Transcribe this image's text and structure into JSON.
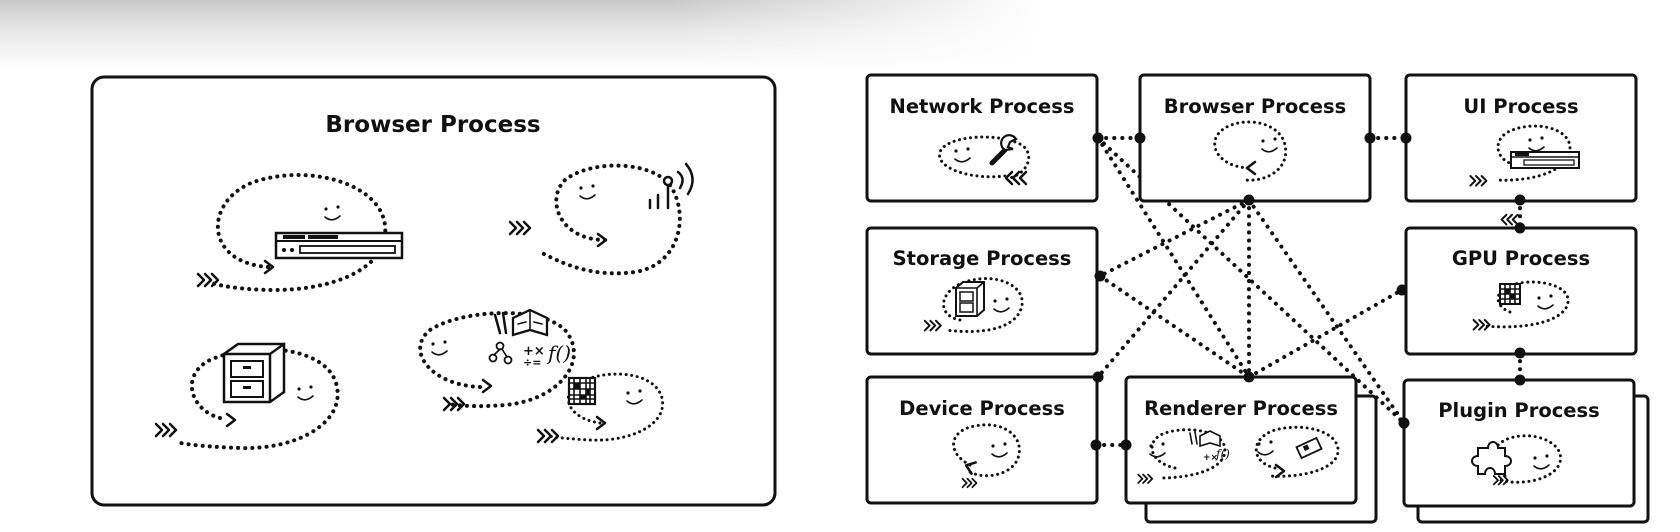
{
  "left_panel": {
    "title": "Browser Process"
  },
  "right_diagram": {
    "network_process": "Network Process",
    "browser_process": "Browser Process",
    "ui_process": "UI Process",
    "storage_process": "Storage Process",
    "gpu_process": "GPU Process",
    "device_process": "Device Process",
    "renderer_process": "Renderer Process",
    "plugin_process": "Plugin Process"
  },
  "icons": {
    "ui": "browser-window-icon",
    "network": "wrench-icon",
    "signal": "antenna-icon",
    "storage": "file-cabinet-icon",
    "renderer": "rendering-tools-icon",
    "gpu": "pixel-grid-icon",
    "plugin": "puzzle-piece-icon"
  }
}
